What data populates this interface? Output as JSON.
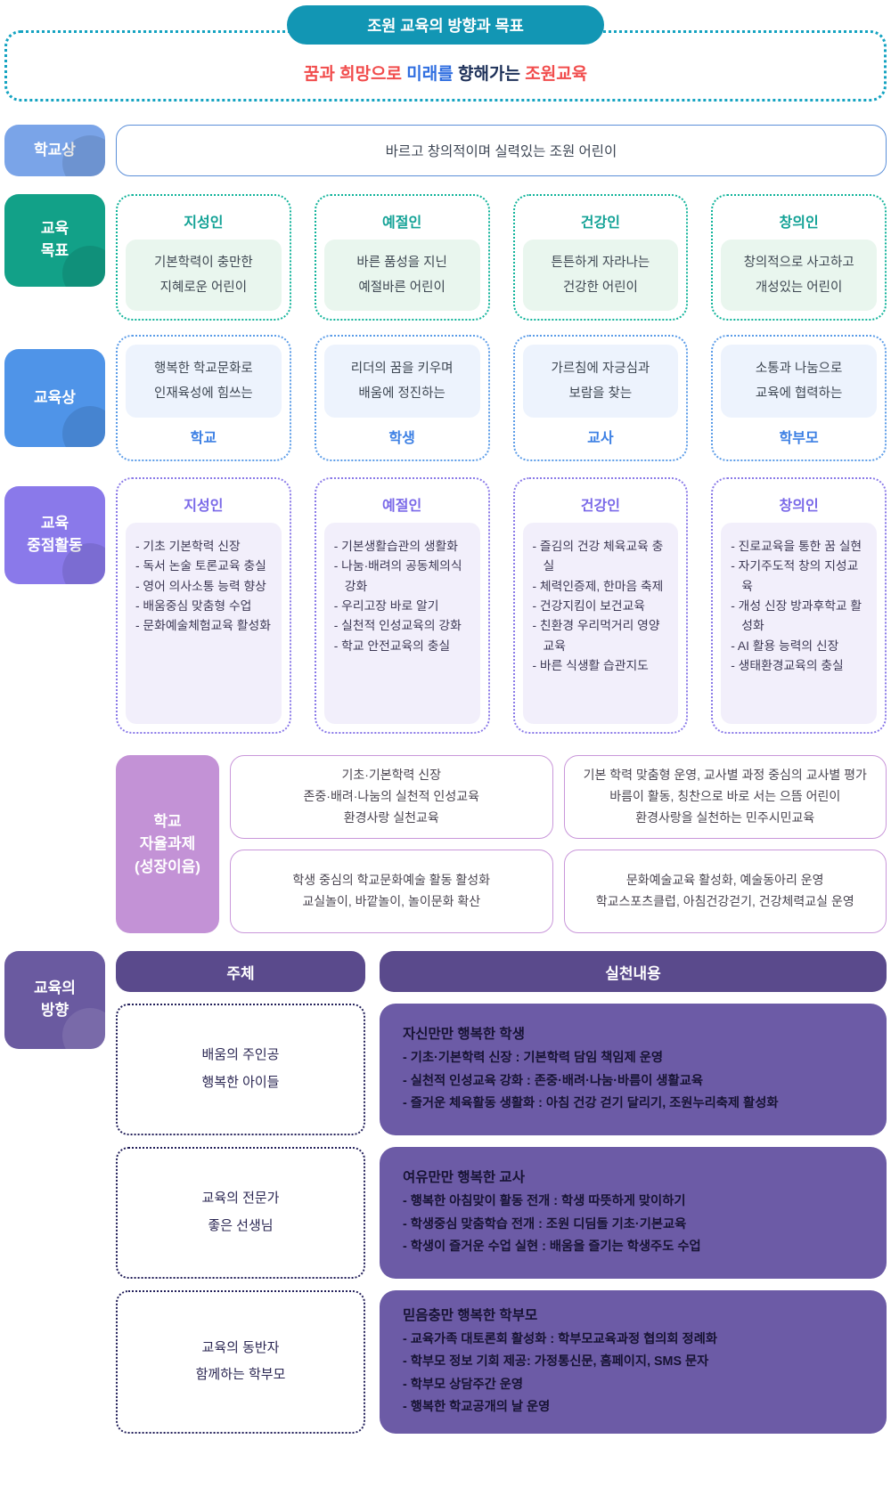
{
  "colors": {
    "teal": "#1296b4",
    "slogan_red": "#f14c4c",
    "slogan_blue": "#2f6ee0",
    "slogan_navy": "#1d3058",
    "label_blue": "#7aa4e8",
    "label_green": "#12a188",
    "label_blue2": "#4f94e8",
    "label_purple": "#8a79ea",
    "label_orchid": "#c392d6",
    "label_dark_purple": "#6a5aa0",
    "table_header_purple": "#5a4a8c",
    "table_cell_purple": "#6c5ba6"
  },
  "header": {
    "title": "조원 교육의 방향과 목표",
    "subtitle": [
      {
        "text": "꿈과 희망으로 ",
        "color": "#f14c4c"
      },
      {
        "text": "미래를 ",
        "color": "#2f6ee0"
      },
      {
        "text": "향해가는 ",
        "color": "#1d3058"
      },
      {
        "text": "조원교육",
        "color": "#f14c4c"
      }
    ]
  },
  "school_image": {
    "label": "학교상",
    "text": "바르고 창의적이며 실력있는 조원 어린이"
  },
  "edu_goals": {
    "label": "교육\n목표",
    "items": [
      {
        "title": "지성인",
        "desc": "기본학력이 충만한\n지혜로운 어린이"
      },
      {
        "title": "예절인",
        "desc": "바른 품성을 지닌\n예절바른 어린이"
      },
      {
        "title": "건강인",
        "desc": "튼튼하게 자라나는\n건강한 어린이"
      },
      {
        "title": "창의인",
        "desc": "창의적으로 사고하고\n개성있는 어린이"
      }
    ]
  },
  "edu_images": {
    "label": "교육상",
    "items": [
      {
        "desc": "행복한 학교문화로\n인재육성에 힘쓰는",
        "title": "학교"
      },
      {
        "desc": "리더의 꿈을 키우며\n배움에 정진하는",
        "title": "학생"
      },
      {
        "desc": "가르침에 자긍심과\n보람을 찾는",
        "title": "교사"
      },
      {
        "desc": "소통과 나눔으로\n교육에 협력하는",
        "title": "학부모"
      }
    ]
  },
  "focus_activities": {
    "label": "교육\n중점활동",
    "items": [
      {
        "title": "지성인",
        "bullets": [
          "- 기초 기본학력 신장",
          "- 독서 논술 토론교육 충실",
          "- 영어 의사소통 능력 향상",
          "- 배움중심 맞춤형 수업",
          "- 문화예술체험교육 활성화"
        ]
      },
      {
        "title": "예절인",
        "bullets": [
          "- 기본생활습관의 생활화",
          "- 나눔·배려의 공동체의식 강화",
          "- 우리고장 바로 알기",
          "- 실천적 인성교육의 강화",
          "- 학교 안전교육의 충실"
        ]
      },
      {
        "title": "건강인",
        "bullets": [
          "- 즐김의 건강 체육교육 충실",
          "- 체력인증제, 한마음 축제",
          "- 건강지킴이 보건교육",
          "- 친환경 우리먹거리 영양교육",
          "- 바른 식생활 습관지도"
        ]
      },
      {
        "title": "창의인",
        "bullets": [
          "- 진로교육을 통한 꿈 실현",
          "- 자기주도적 창의 지성교육",
          "- 개성 신장 방과후학교 활성화",
          "- AI 활용 능력의 신장",
          "- 생태환경교육의 충실"
        ]
      }
    ]
  },
  "autonomy": {
    "label": "학교\n자율과제\n(성장이음)",
    "boxes": [
      "기초·기본학력 신장\n존중·배려·나눔의 실천적 인성교육\n환경사랑 실천교육",
      "기본 학력 맞춤형 운영, 교사별 과정 중심의 교사별 평가\n바름이 활동, 칭찬으로 바로 서는 으뜸 어린이\n환경사랑을 실천하는 민주시민교육",
      "학생 중심의 학교문화예술 활동 활성화\n교실놀이, 바깥놀이, 놀이문화 확산",
      "문화예술교육 활성화, 예술동아리 운영\n학교스포츠클럽, 아침건강걷기, 건강체력교실 운영"
    ]
  },
  "direction": {
    "label": "교육의\n방향",
    "col_subject": "주체",
    "col_content": "실천내용",
    "rows": [
      {
        "subject": "배움의 주인공\n행복한 아이들",
        "heading": "자신만만 행복한 학생",
        "bullets": [
          "- 기초·기본학력 신장 : 기본학력 담임 책임제 운영",
          "- 실천적 인성교육 강화 : 존중·배려·나눔·바름이 생활교육",
          "- 즐거운 체육활동 생활화 : 아침 건강 걷기 달리기, 조원누리축제 활성화"
        ]
      },
      {
        "subject": "교육의 전문가\n좋은 선생님",
        "heading": "여유만만 행복한 교사",
        "bullets": [
          "- 행복한 아침맞이 활동 전개 : 학생 따뜻하게 맞이하기",
          "- 학생중심 맞춤학습 전개 : 조원 디딤돌 기초·기본교육",
          "- 학생이 즐거운 수업 실현 : 배움을 즐기는 학생주도 수업"
        ]
      },
      {
        "subject": "교육의 동반자\n함께하는 학부모",
        "heading": "믿음충만 행복한 학부모",
        "bullets": [
          "- 교육가족 대토론회 활성화 : 학부모교육과정 협의회 정례화",
          "- 학부모 정보 기회 제공: 가정통신문, 홈페이지, SMS 문자",
          "- 학부모 상담주간 운영",
          "- 행복한 학교공개의 날 운영"
        ]
      }
    ]
  }
}
